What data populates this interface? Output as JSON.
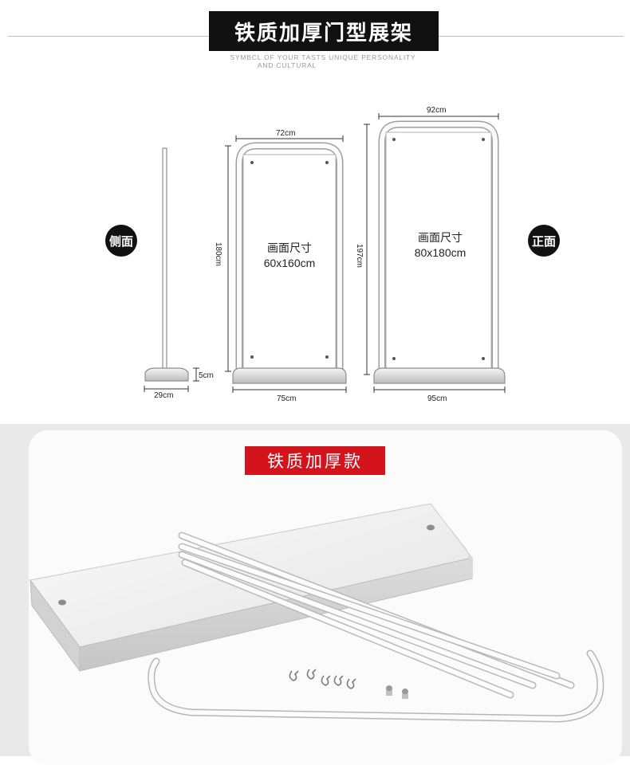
{
  "header": {
    "title": "铁质加厚门型展架",
    "subtitle_line1": "SYMBCL OF YOUR TASTS UNIQUE PERSONALITY",
    "subtitle_line2": "AND CULTURAL"
  },
  "labels": {
    "side": "侧面",
    "front": "正面"
  },
  "side_view": {
    "base_width": "29cm",
    "base_height": "5cm"
  },
  "stand_small": {
    "top_width": "72cm",
    "height": "180cm",
    "base_width": "75cm",
    "area_label": "画面尺寸",
    "area_size": "60x160cm"
  },
  "stand_large": {
    "top_width": "92cm",
    "height": "197cm",
    "base_width": "95cm",
    "area_label": "画面尺寸",
    "area_size": "80x180cm"
  },
  "product": {
    "badge": "铁质加厚款"
  },
  "colors": {
    "title_bg": "#111111",
    "badge_red": "#d4141c",
    "frame_grey": "#a8a8a8",
    "panel_grey": "#e9e9e9"
  }
}
